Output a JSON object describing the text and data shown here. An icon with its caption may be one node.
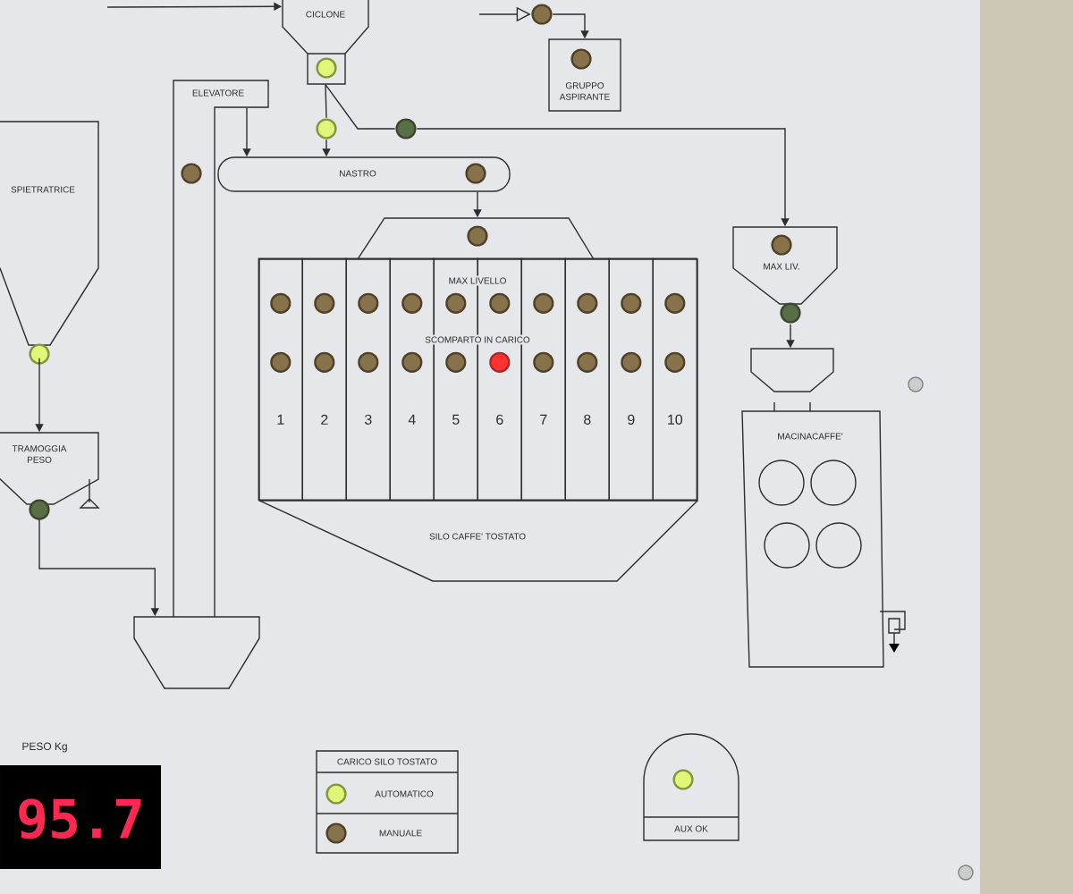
{
  "diagram": {
    "nodes": [
      {
        "text": [
          "CICLONE"
        ]
      },
      {
        "text": [
          "GRUPPO ASPIRANTE"
        ]
      },
      {
        "text": [
          "ELEVATORE"
        ]
      },
      {
        "text": [
          "SPIETRATRICE"
        ]
      },
      {
        "text": [
          "NASTRO"
        ]
      },
      {
        "text": [
          "SILO CAFFE' TOSTATO"
        ]
      },
      {
        "text": [
          "1"
        ],
        "in": 5
      },
      {
        "text": [
          "2"
        ],
        "in": 5
      },
      {
        "text": [
          "3"
        ],
        "in": 5
      },
      {
        "text": [
          "4"
        ],
        "in": 5
      },
      {
        "text": [
          "5"
        ],
        "in": 5
      },
      {
        "text": [
          "6"
        ],
        "in": 5
      },
      {
        "text": [
          "7"
        ],
        "in": 5
      },
      {
        "text": [
          "8"
        ],
        "in": 5
      },
      {
        "text": [
          "9"
        ],
        "in": 5
      },
      {
        "text": [
          "10"
        ],
        "in": 5
      },
      {
        "text": [
          "MAX LIV."
        ]
      },
      {
        "text": [
          "MACINACAFFE'"
        ]
      },
      {
        "text": [
          "TRAMOGGIA PESO"
        ]
      },
      {
        "text": [],
        "shape": "hopper"
      },
      {
        "text": [],
        "shape": "hopper"
      },
      {
        "text": [
          "CARICO SILO TOSTATO",
          "AUTOMATICO",
          "MANUALE"
        ]
      },
      {
        "text": [
          "AUX OK"
        ]
      },
      {
        "text": [
          "95.7"
        ],
        "beside": [
          "PESO Kg"
        ]
      },
      {
        "text": [],
        "shape": "circle"
      },
      {
        "text": [],
        "shape": "circle"
      },
      {
        "text": [],
        "shape": "circle"
      },
      {
        "text": [],
        "shape": "circle"
      }
    ],
    "edges": [
      {
        "from": null,
        "to": 0,
        "arrow": "to"
      },
      {
        "from": null,
        "to": 26,
        "arrow": "to"
      },
      {
        "from": 0,
        "to": 24,
        "arrow": "none"
      },
      {
        "from": 24,
        "to": 4,
        "arrow": "to"
      },
      {
        "from": 0,
        "to": 25,
        "arrow": "none"
      },
      {
        "from": 25,
        "to": 16,
        "arrow": "to"
      },
      {
        "from": 2,
        "to": 4,
        "arrow": "to"
      },
      {
        "from": 4,
        "to": 5,
        "arrow": "to"
      },
      {
        "from": 3,
        "to": 18,
        "arrow": "to"
      },
      {
        "from": 18,
        "to": 19,
        "arrow": "to"
      },
      {
        "from": 16,
        "to": 20,
        "arrow": "to"
      },
      {
        "from": 26,
        "to": 1,
        "arrow": "to"
      }
    ],
    "labels": [
      "MAX LIVELLO",
      "SCOMPARTO IN CARICO"
    ]
  }
}
